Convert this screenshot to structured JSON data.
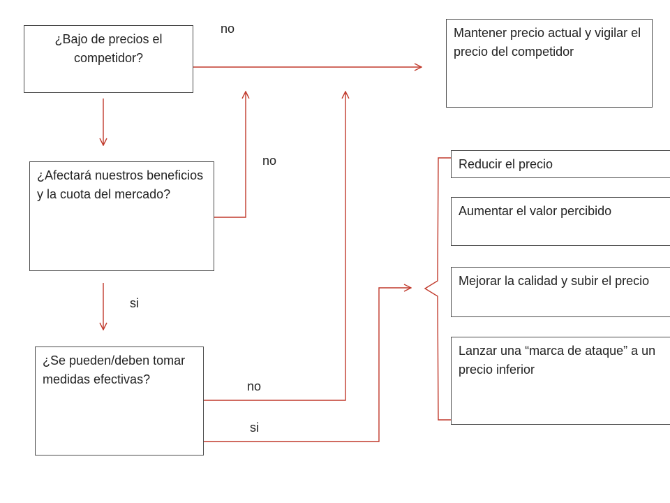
{
  "nodes": {
    "q1": "¿Bajo de precios el competidor?",
    "q2": "¿Afectará nuestros beneficios y la cuota del mercado?",
    "q3": "¿Se pueden/deben tomar medidas efectivas?",
    "keep": "Mantener precio actual y vigilar el precio del competidor",
    "opt1": "Reducir el precio",
    "opt2": "Aumentar el valor percibido",
    "opt3": "Mejorar la calidad y subir el precio",
    "opt4": "Lanzar una “marca de ataque” a un precio inferior"
  },
  "edge_labels": {
    "q1_no": "no",
    "q2_no": "no",
    "q2_si": "si",
    "q3_no": "no",
    "q3_si": "si"
  },
  "colors": {
    "arrow": "#c0392b",
    "border": "#4a4a4a"
  }
}
